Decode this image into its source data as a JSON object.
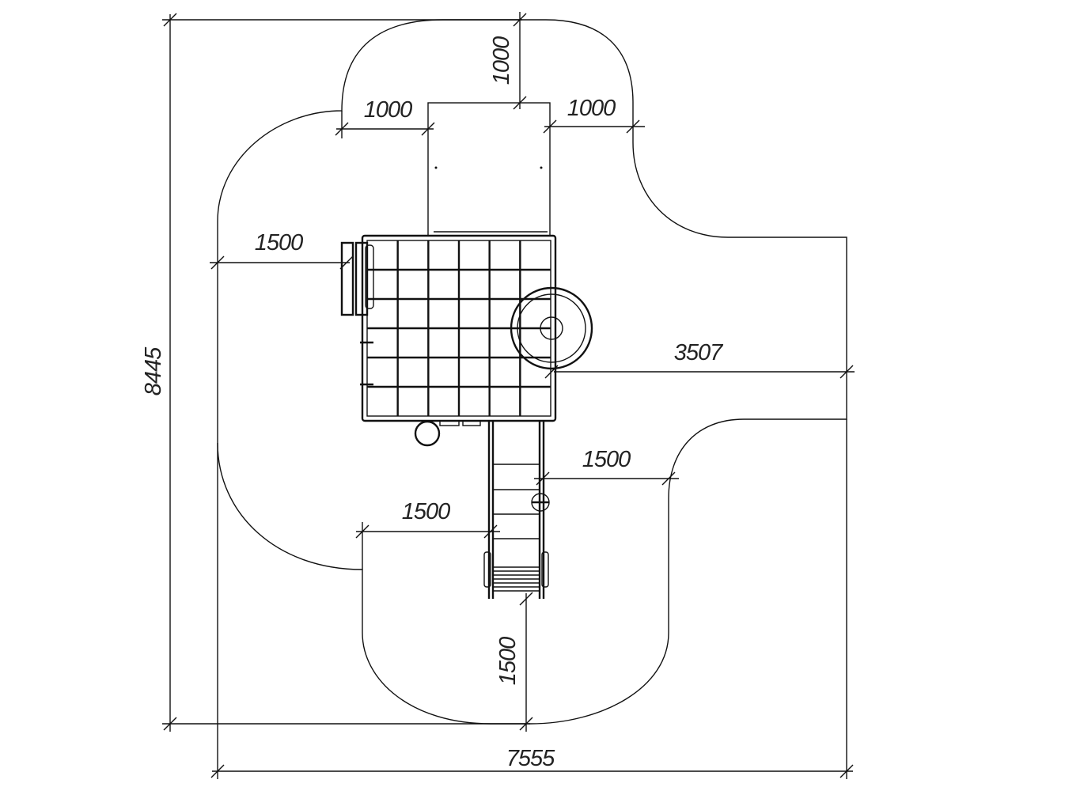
{
  "drawing": {
    "title": "Playground layout plan with safety zone",
    "dimensions": {
      "overall_height": "8445",
      "overall_width": "7555",
      "top_clearance": "1000",
      "top_left_clearance": "1000",
      "top_right_clearance": "1000",
      "left_clearance": "1500",
      "right_extent": "3507",
      "ladder_right_clearance": "1500",
      "ladder_left_clearance": "1500",
      "bottom_clearance": "1500"
    }
  }
}
